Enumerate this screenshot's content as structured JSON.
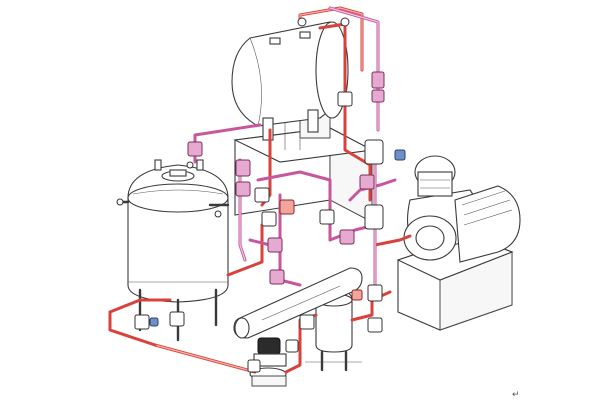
{
  "diagram": {
    "title": "",
    "colors": {
      "hot_pipe": "#d9423c",
      "cold_pipe": "#c8569d",
      "equipment_outline": "#3a3a3a",
      "valve_accent": "#6f8fc8"
    },
    "components": [
      "vertical-tank",
      "horizontal-vessel",
      "motor-pump-unit",
      "small-receiver",
      "small-circulation-pump",
      "support-frame"
    ]
  },
  "paragraph_mark": "↵"
}
